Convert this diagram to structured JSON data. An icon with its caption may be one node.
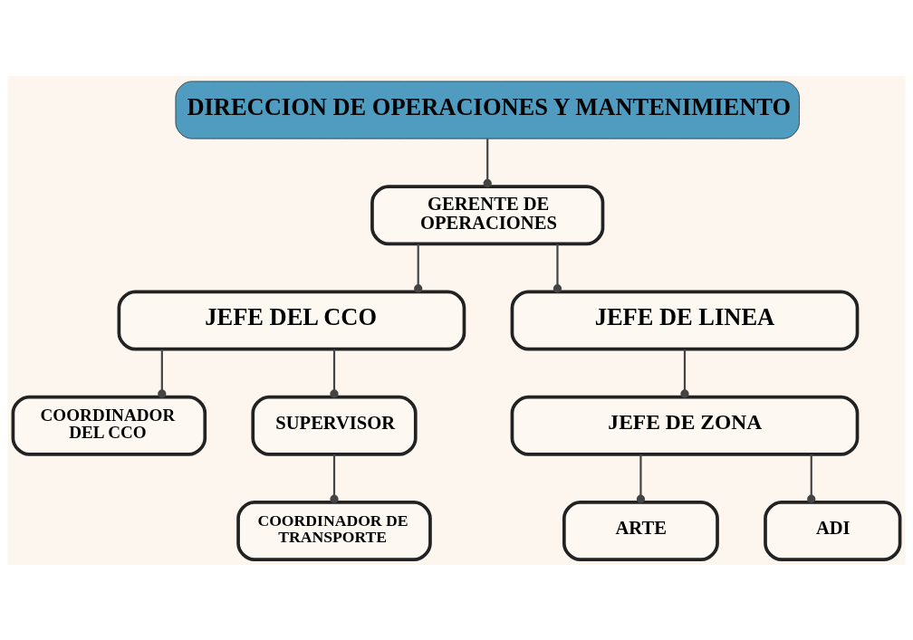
{
  "diagram": {
    "nodes": [
      {
        "text": [
          "DIRECCION DE OPERACIONES Y MANTENIMIENTO"
        ]
      },
      {
        "text": [
          "GERENTE DE OPERACIONES"
        ]
      },
      {
        "text": [
          "JEFE DEL CCO"
        ]
      },
      {
        "text": [
          "JEFE DE LINEA"
        ]
      },
      {
        "text": [
          "COORDINADOR DEL CCO"
        ]
      },
      {
        "text": [
          "SUPERVISOR"
        ]
      },
      {
        "text": [
          "COORDINADOR DE TRANSPORTE"
        ]
      },
      {
        "text": [
          "JEFE DE ZONA"
        ]
      },
      {
        "text": [
          "ARTE"
        ]
      },
      {
        "text": [
          "ADI"
        ]
      }
    ],
    "edges": [
      {
        "from": 0,
        "to": 1,
        "arrow": "other"
      },
      {
        "from": 1,
        "to": 2,
        "arrow": "other"
      },
      {
        "from": 1,
        "to": 3,
        "arrow": "other"
      },
      {
        "from": 2,
        "to": 4,
        "arrow": "other"
      },
      {
        "from": 2,
        "to": 5,
        "arrow": "other"
      },
      {
        "from": 5,
        "to": 6,
        "arrow": "other"
      },
      {
        "from": 3,
        "to": 7,
        "arrow": "other"
      },
      {
        "from": 7,
        "to": 8,
        "arrow": "other"
      },
      {
        "from": 7,
        "to": 9,
        "arrow": "other"
      }
    ]
  }
}
